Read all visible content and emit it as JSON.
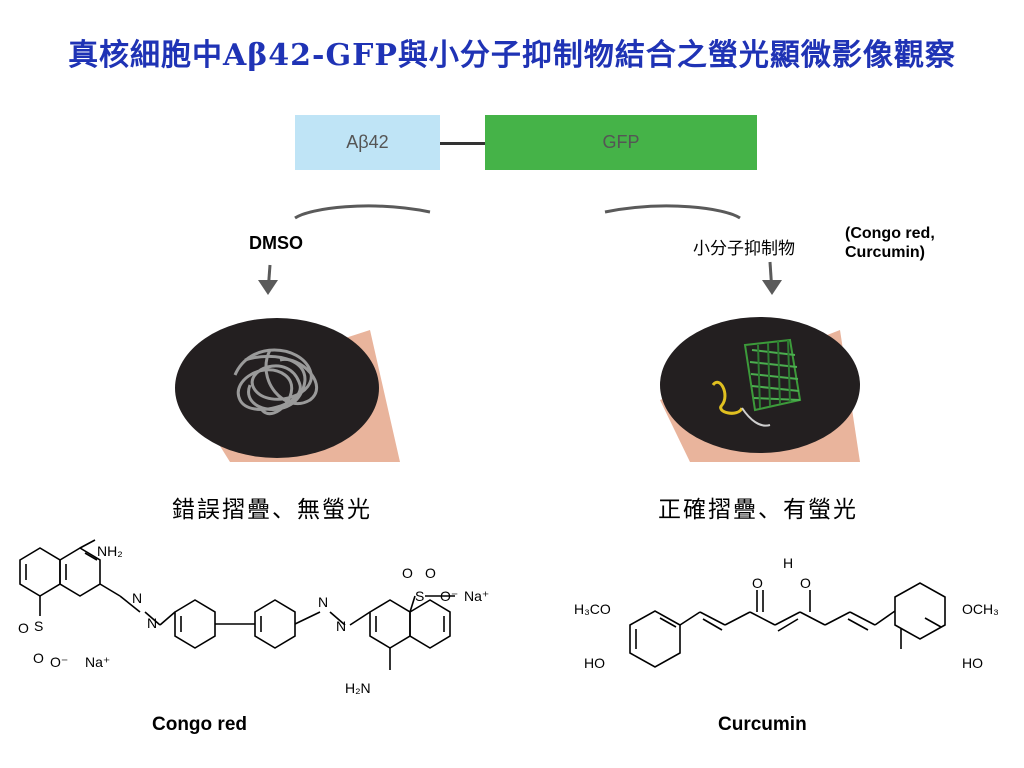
{
  "title": "真核細胞中Aβ42-GFP與小分子抑制物結合之螢光顯微影像觀察",
  "construct": {
    "ab_label": "Aβ42",
    "gfp_label": "GFP"
  },
  "conditions": {
    "left_label": "DMSO",
    "right_label": "小分子抑制物",
    "right_examples_line1": "(Congo red,",
    "right_examples_line2": "Curcumin)"
  },
  "captions": {
    "left": "錯誤摺疊、無螢光",
    "right": "正確摺疊、有螢光"
  },
  "molecules": {
    "congo_red": {
      "name": "Congo red",
      "atoms": [
        "NH2",
        "N",
        "N",
        "N",
        "N",
        "NH2",
        "S",
        "O",
        "O",
        "O⁻",
        "Na⁺",
        "S",
        "O",
        "O",
        "O⁻",
        "Na⁺"
      ]
    },
    "curcumin": {
      "name": "Curcumin",
      "atoms": [
        "H",
        "O",
        "O",
        "H3CO",
        "HO",
        "OCH3",
        "HO"
      ]
    }
  },
  "colors": {
    "title": "#1f33b5",
    "ab_box": "#bfe4f6",
    "gfp_box": "#45b348",
    "cell_bg": "#e9b49c",
    "cell_circle": "#231f20"
  }
}
